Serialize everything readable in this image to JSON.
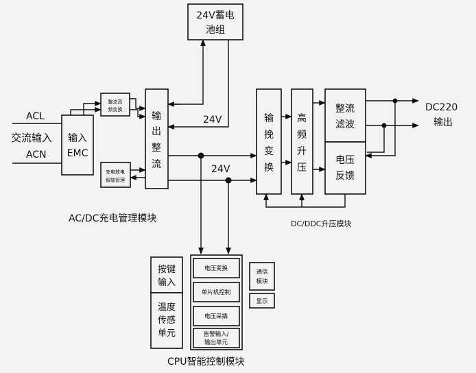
{
  "labels": {
    "battery": [
      "24V蓄电",
      "池组"
    ],
    "acl": "ACL",
    "ac_input": "交流输入",
    "acn": "ACN",
    "emc": [
      "输入",
      "EMC"
    ],
    "rectifier_hf": [
      "整流高",
      "频变换"
    ],
    "charge_mgmt": [
      "充电放电",
      "智能管理"
    ],
    "output_rect": [
      "输",
      "出",
      "整",
      "流"
    ],
    "v24_top": "24V",
    "v24_mid": "24V",
    "inverter": [
      "输",
      "挽",
      "变",
      "换"
    ],
    "hf_boost": [
      "高",
      "频",
      "升",
      "压"
    ],
    "rect_filter": [
      "整流",
      "滤波"
    ],
    "vfb": [
      "电压",
      "反馈"
    ],
    "dc_out": [
      "DC220",
      "输出"
    ],
    "acdc_module": "AC/DC充电管理模块",
    "dcddc_module": "DC/DDC升压模块",
    "keys": [
      "按键",
      "输入"
    ],
    "temp": [
      "温度",
      "传感",
      "单元"
    ],
    "volt_conv": "电压变换",
    "mcu": "单片机控制",
    "volt_sample": "电压采撬",
    "alarm": [
      "告警输入/",
      "输出单元"
    ],
    "comm": [
      "通信",
      "模块"
    ],
    "display": "显示",
    "cpu_module": "CPU智能控制模块"
  }
}
